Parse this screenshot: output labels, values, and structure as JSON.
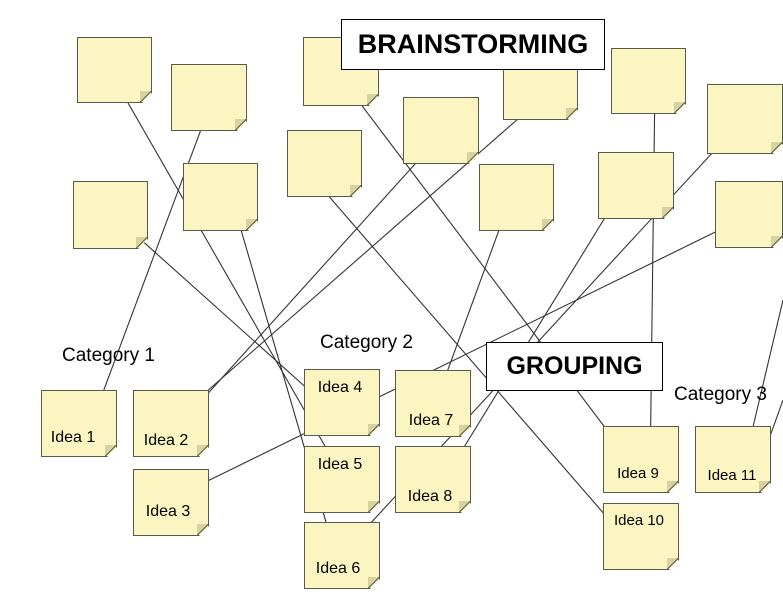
{
  "headings": {
    "brainstorming": "BRAINSTORMING",
    "grouping": "GROUPING"
  },
  "categories": {
    "c1": "Category 1",
    "c2": "Category 2",
    "c3": "Category 3"
  },
  "ideas": {
    "i1": "Idea 1",
    "i2": "Idea 2",
    "i3": "Idea 3",
    "i4": "Idea 4",
    "i5": "Idea 5",
    "i6": "Idea 6",
    "i7": "Idea 7",
    "i8": "Idea 8",
    "i9": "Idea 9",
    "i10": "Idea 10",
    "i11": "Idea 11"
  },
  "colors": {
    "note_fill": "#fbf5c2",
    "note_border": "#5a5a4a",
    "line": "#333333"
  }
}
